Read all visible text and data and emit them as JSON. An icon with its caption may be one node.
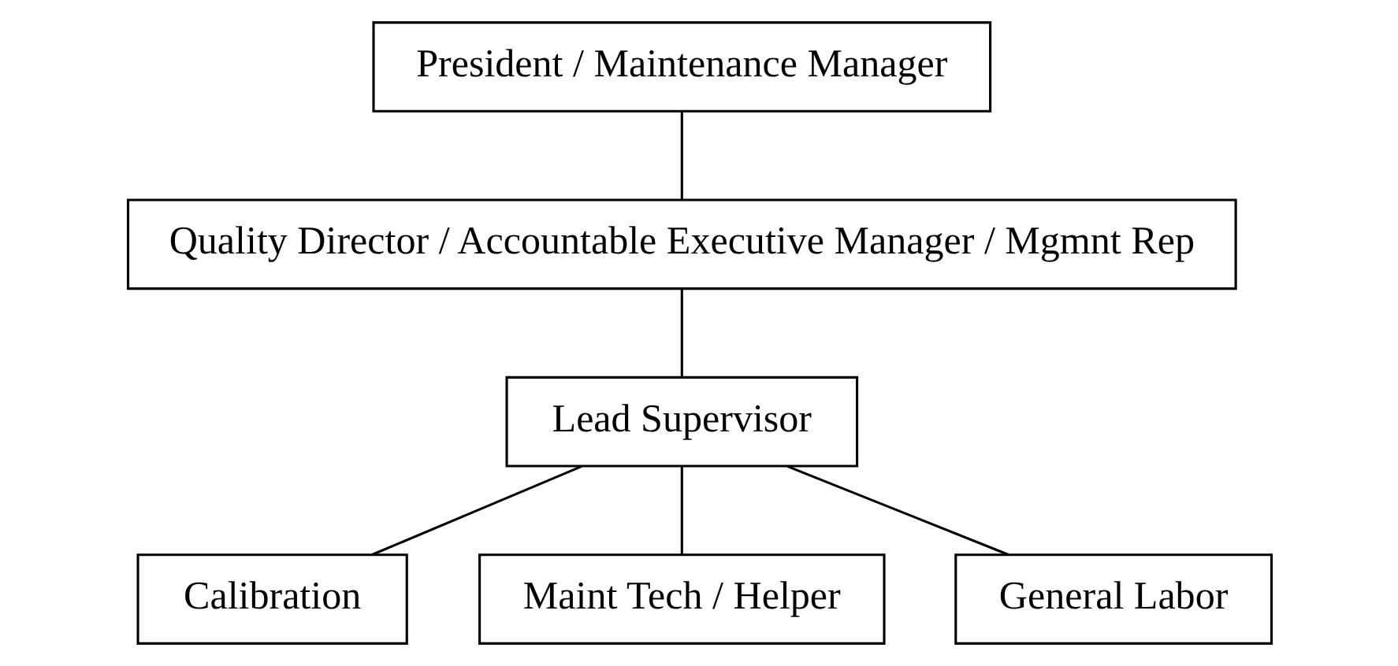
{
  "diagram": {
    "nodes": [
      {
        "text": [
          "President / Maintenance Manager"
        ]
      },
      {
        "text": [
          "Quality Director / Accountable Executive Manager / Mgmnt Rep"
        ]
      },
      {
        "text": [
          "Lead Supervisor"
        ]
      },
      {
        "text": [
          "Calibration"
        ]
      },
      {
        "text": [
          "Maint Tech / Helper"
        ]
      },
      {
        "text": [
          "General Labor"
        ]
      }
    ],
    "edges": [
      {
        "from": 0,
        "to": 1,
        "arrow": "none"
      },
      {
        "from": 1,
        "to": 2,
        "arrow": "none"
      },
      {
        "from": 2,
        "to": 3,
        "arrow": "none"
      },
      {
        "from": 2,
        "to": 4,
        "arrow": "none"
      },
      {
        "from": 2,
        "to": 5,
        "arrow": "none"
      }
    ]
  }
}
